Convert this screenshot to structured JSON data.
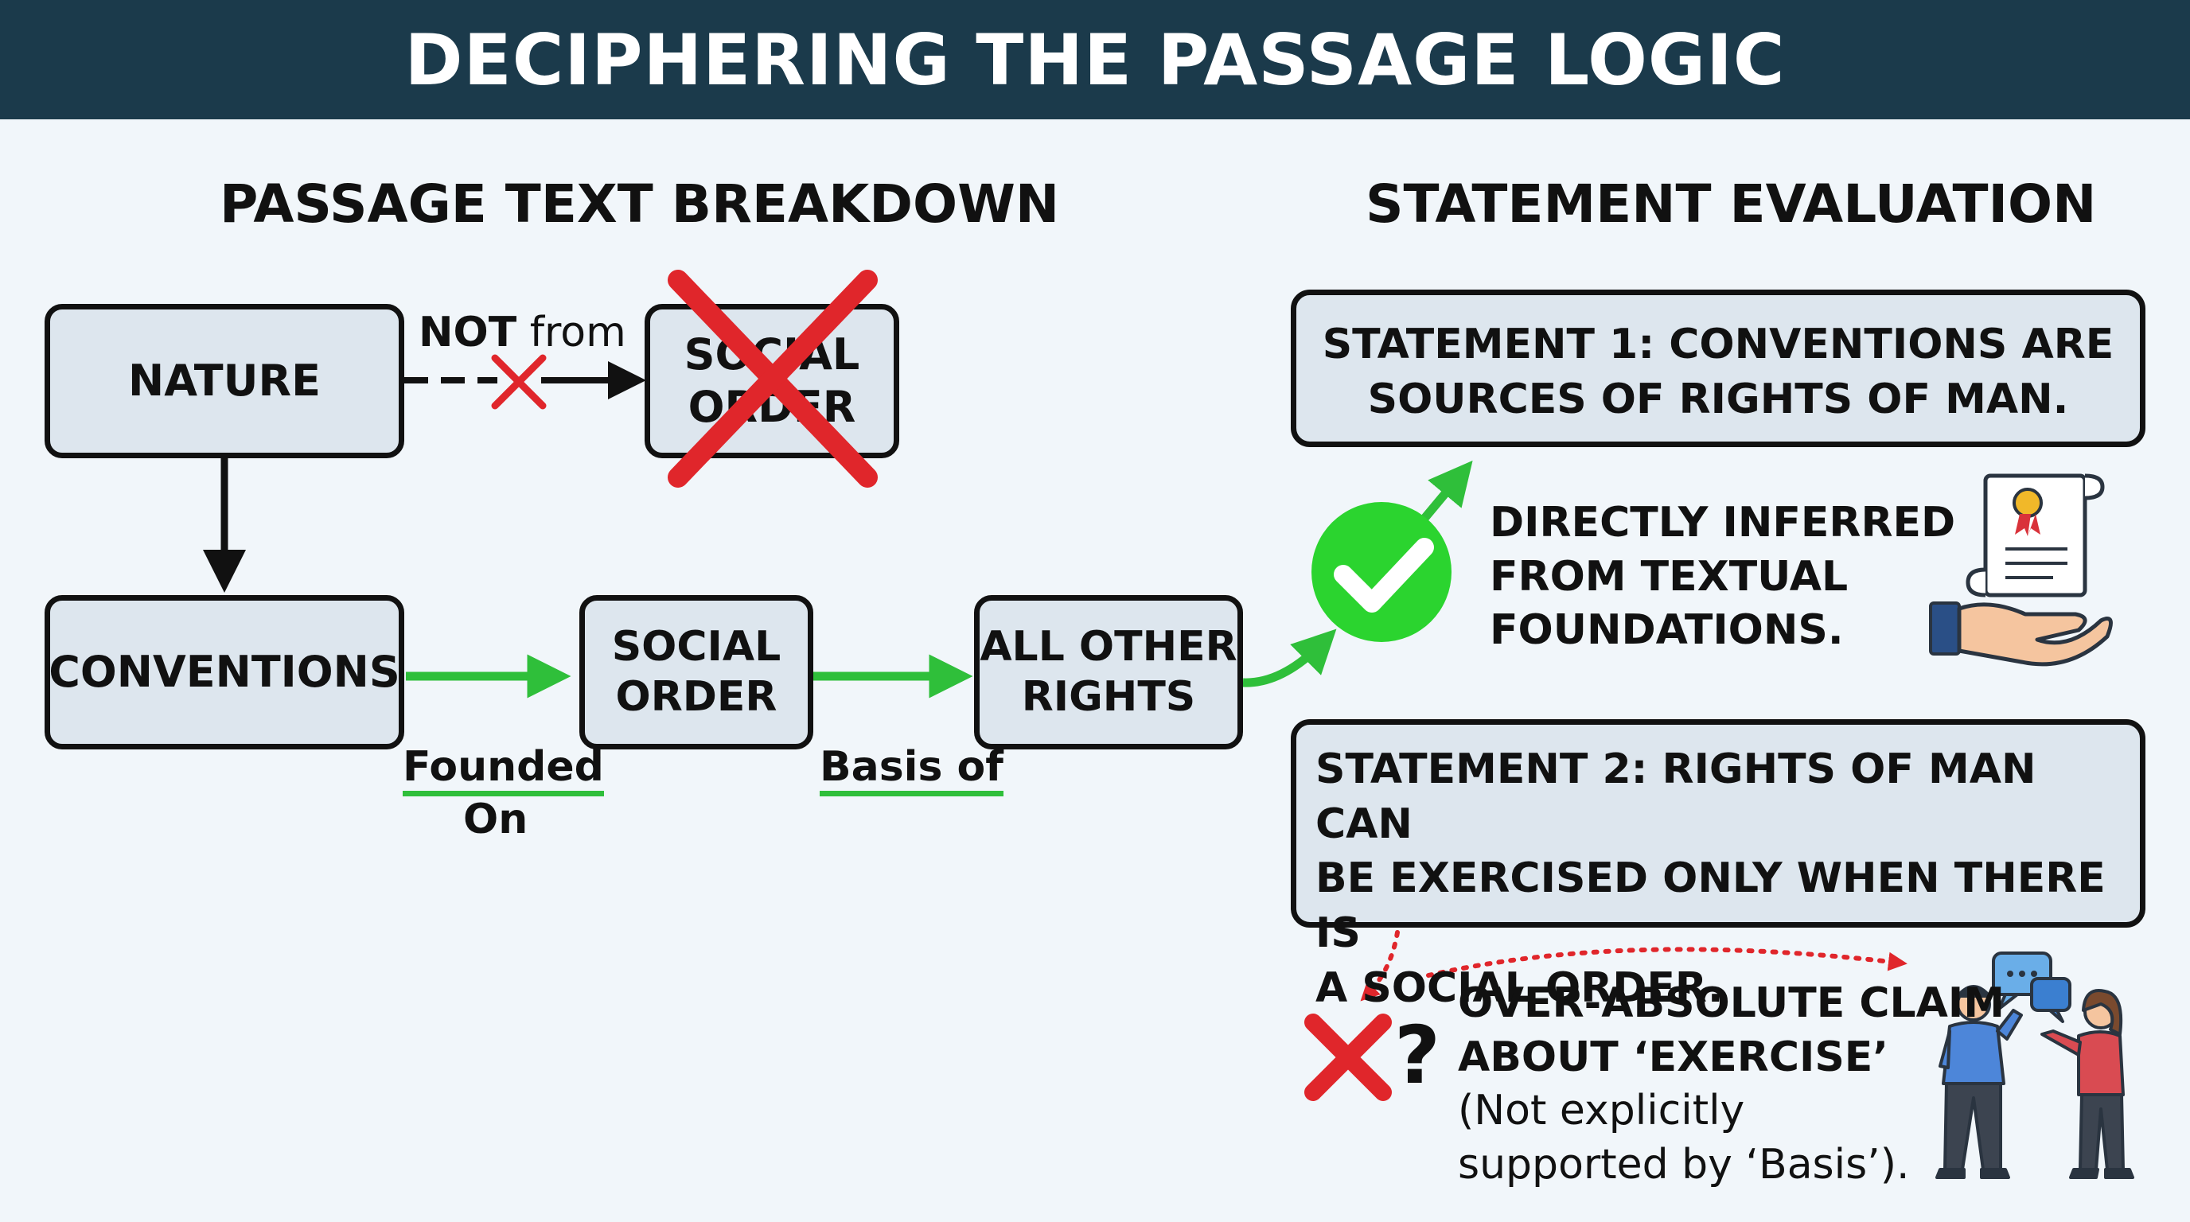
{
  "header": {
    "title": "DECIPHERING THE PASSAGE LOGIC"
  },
  "left": {
    "title": "PASSAGE TEXT BREAKDOWN",
    "nature": "NATURE",
    "not_from_bold": "NOT",
    "not_from_rest": " from",
    "social_order_crossed": [
      "SOCIAL",
      "ORDER"
    ],
    "conventions": "CONVENTIONS",
    "social_order": [
      "SOCIAL",
      "ORDER"
    ],
    "all_other_rights": [
      "ALL OTHER",
      "RIGHTS"
    ],
    "founded": "Founded",
    "on": "On",
    "basis_of": "Basis of"
  },
  "right": {
    "title": "STATEMENT EVALUATION",
    "statement1": [
      "STATEMENT 1: CONVENTIONS ARE",
      "SOURCES OF RIGHTS OF MAN."
    ],
    "verdict1": [
      "DIRECTLY INFERRED",
      "FROM TEXTUAL",
      "FOUNDATIONS."
    ],
    "statement2": [
      "STATEMENT 2: RIGHTS OF MAN CAN",
      "BE EXERCISED ONLY WHEN THERE IS",
      "A SOCIAL ORDER."
    ],
    "verdict2_bold": [
      "OVER-ABSOLUTE CLAIM",
      "ABOUT ‘EXERCISE’"
    ],
    "verdict2_note": [
      "(Not explicitly",
      "supported by ‘Basis’)."
    ],
    "question_mark": "?"
  },
  "colors": {
    "banner": "#1b3a4b",
    "box_fill": "#dde6ee",
    "green": "#2fbf3a",
    "red": "#e0262b"
  },
  "icons": [
    "check-icon",
    "cross-icon",
    "certificate-hand-icon",
    "people-talking-icon",
    "speech-bubbles-icon"
  ]
}
